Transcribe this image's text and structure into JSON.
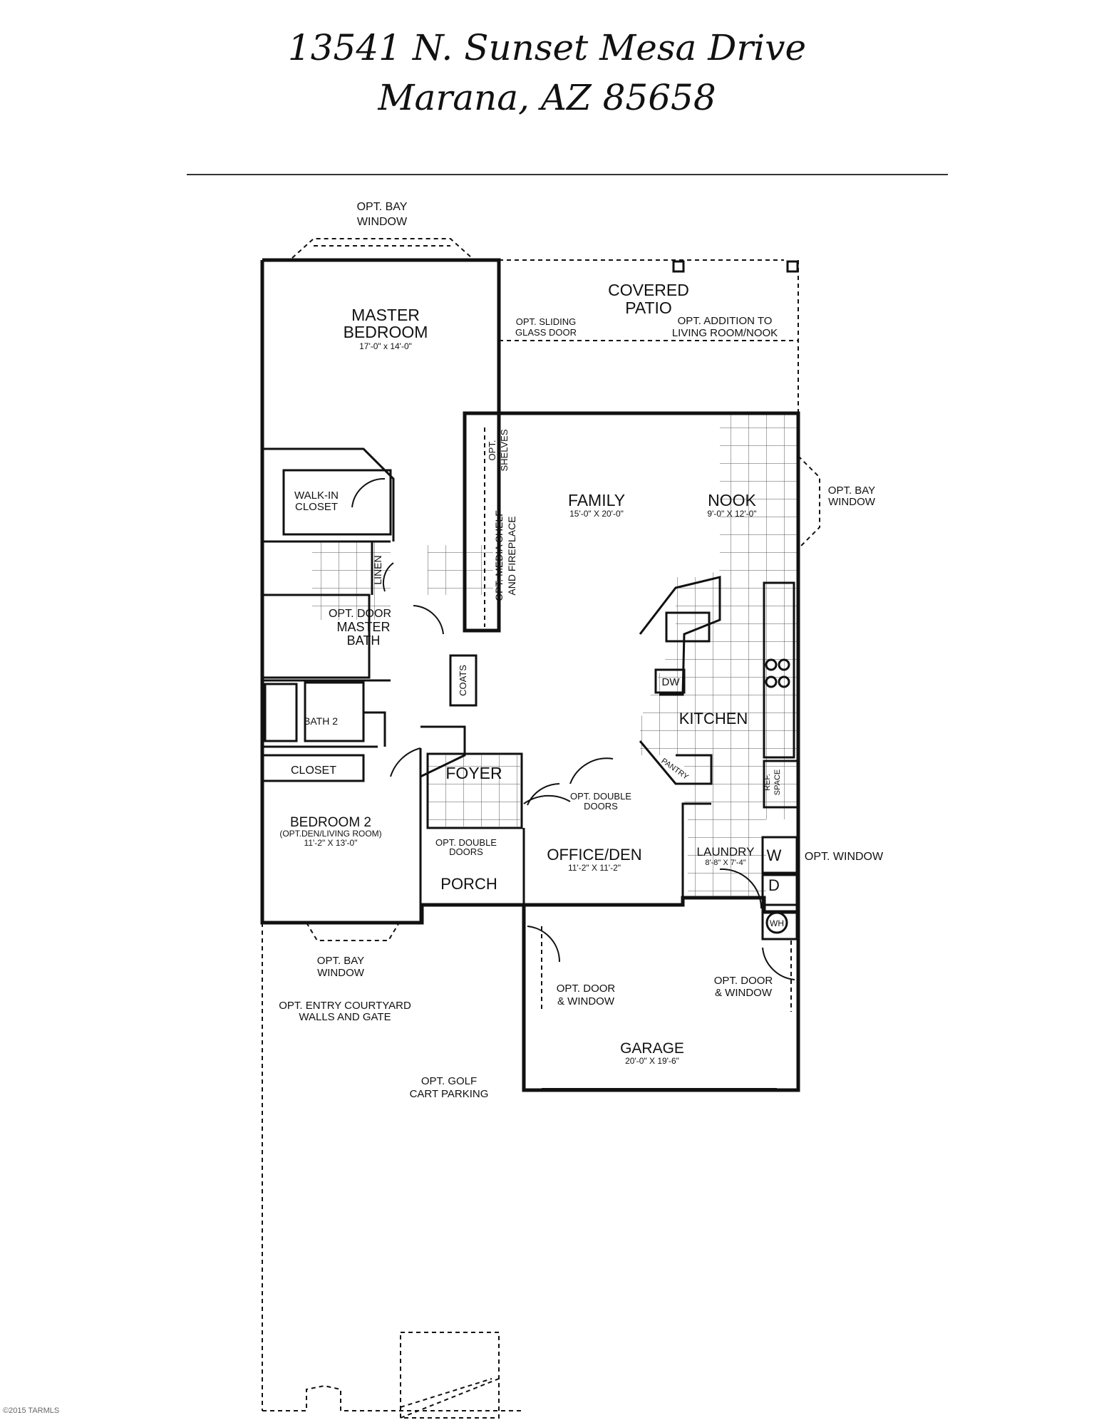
{
  "header": {
    "line1": "13541 N. Sunset Mesa Drive",
    "line2": "Marana, AZ  85658"
  },
  "plan": {
    "opt_bay_window_top": [
      "OPT. BAY",
      "WINDOW"
    ],
    "covered_patio": [
      "COVERED",
      "PATIO"
    ],
    "opt_sliding_glass_door": [
      "OPT. SLIDING",
      "GLASS DOOR"
    ],
    "opt_addition": [
      "OPT. ADDITION TO",
      "LIVING ROOM/NOOK"
    ],
    "master_bedroom": [
      "MASTER",
      "BEDROOM"
    ],
    "master_bedroom_dim": "17'-0\" x 14'-0\"",
    "opt_shelves": [
      "OPT.",
      "SHELVES"
    ],
    "family": "FAMILY",
    "family_dim": "15'-0\" X 20'-0\"",
    "nook": "NOOK",
    "nook_dim": "9'-0\" X 12'-0\"",
    "opt_bay_window_right": [
      "OPT. BAY",
      "WINDOW"
    ],
    "walk_in_closet": [
      "WALK-IN",
      "CLOSET"
    ],
    "opt_media_shelf": [
      "OPT. MEDIA SHELF",
      "AND FIREPLACE"
    ],
    "linen": "LINEN",
    "opt_door": "OPT. DOOR",
    "master_bath": [
      "MASTER",
      "BATH"
    ],
    "coats": "COATS",
    "dw": "DW",
    "bath2": "BATH 2",
    "kitchen": "KITCHEN",
    "pantry": "PANTRY",
    "closet": "CLOSET",
    "foyer": "FOYER",
    "opt_double_doors_office": [
      "OPT. DOUBLE",
      "DOORS"
    ],
    "ref_space": [
      "REF.",
      "SPACE"
    ],
    "bedroom2": "BEDROOM 2",
    "bedroom2_sub": "(OPT.DEN/LIVING ROOM)",
    "bedroom2_dim": "11'-2\" X 13'-0\"",
    "opt_double_doors_porch": [
      "OPT. DOUBLE",
      "DOORS"
    ],
    "office_den": "OFFICE/DEN",
    "office_dim": "11'-2\" X 11'-2\"",
    "laundry": "LAUNDRY",
    "laundry_dim": "8'-8\" X 7'-4\"",
    "washer": "W",
    "dryer": "D",
    "opt_window": "OPT. WINDOW",
    "porch": "PORCH",
    "wh": "WH",
    "opt_bay_window_bottom": [
      "OPT. BAY",
      "WINDOW"
    ],
    "opt_door_window_left": [
      "OPT. DOOR",
      "& WINDOW"
    ],
    "opt_door_window_right": [
      "OPT. DOOR",
      "& WINDOW"
    ],
    "opt_entry_courtyard": [
      "OPT. ENTRY COURTYARD",
      "WALLS AND GATE"
    ],
    "garage": "GARAGE",
    "garage_dim": "20'-0\" X 19'-6\"",
    "opt_golf_cart": [
      "OPT. GOLF",
      "CART PARKING"
    ]
  },
  "footer": {
    "copyright": "©2015 TARMLS"
  }
}
